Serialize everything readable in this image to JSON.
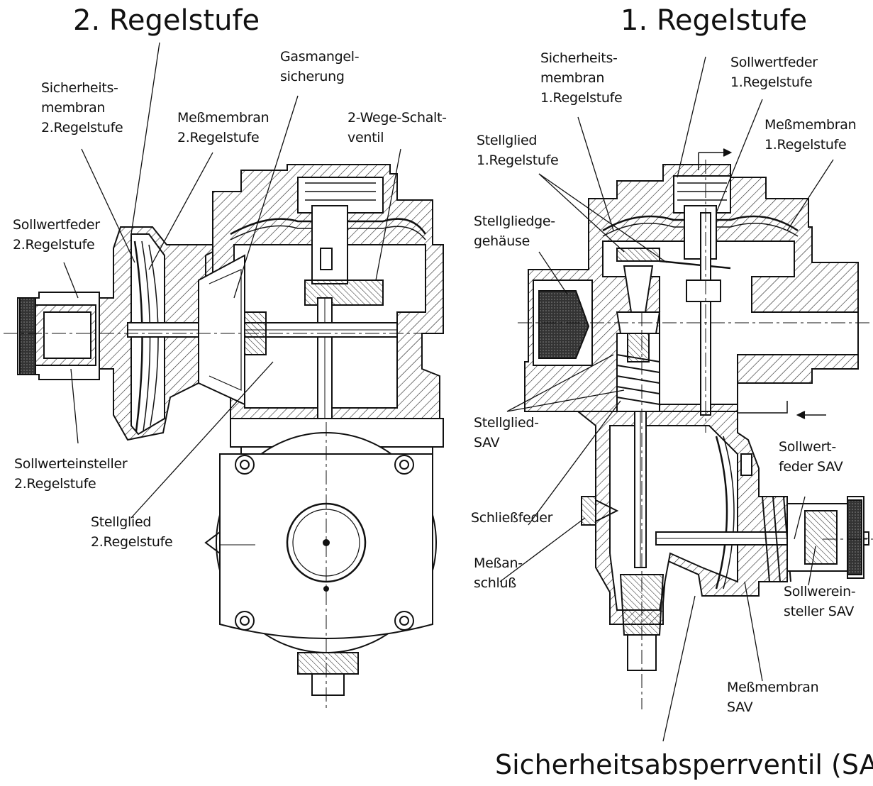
{
  "titles": {
    "stage2": "2. Regelstufe",
    "stage1": "1. Regelstufe",
    "sav": "Sicherheitsabsperrventil (SAV)"
  },
  "labels": {
    "sicherheitsmembran_2": [
      "Sicherheits-",
      "membran",
      "2.Regelstufe"
    ],
    "messmembran_2": [
      "Meßmembran",
      "2.Regelstufe"
    ],
    "gasmangel": [
      "Gasmangel-",
      "sicherung"
    ],
    "zweiwege": [
      "2-Wege-Schalt-",
      "ventil"
    ],
    "sollwertfeder_2": [
      "Sollwertfeder",
      "2.Regelstufe"
    ],
    "sollwerteinsteller_2": [
      "Sollwerteinsteller",
      "2.Regelstufe"
    ],
    "stellglied_2": [
      "Stellglied",
      "2.Regelstufe"
    ],
    "sicherheitsmembran_1": [
      "Sicherheits-",
      "membran",
      "1.Regelstufe"
    ],
    "sollwertfeder_1": [
      "Sollwertfeder",
      "1.Regelstufe"
    ],
    "stellglied_1": [
      "Stellglied",
      "1.Regelstufe"
    ],
    "messmembran_1": [
      "Meßmembran",
      "1.Regelstufe"
    ],
    "stellgliedgehaeuse": [
      "Stellgliedge-",
      "gehäuse"
    ],
    "stellglied_sav": [
      "Stellglied-",
      "SAV"
    ],
    "schliessfeder": [
      "Schließfeder"
    ],
    "messanschluss": [
      "Meßan-",
      "schluß"
    ],
    "sollwertfeder_sav": [
      "Sollwert-",
      "feder SAV"
    ],
    "sollwerteinsteller_sav": [
      "Sollwerein-",
      "steller SAV"
    ],
    "messmembran_sav": [
      "Meßmembran",
      "SAV"
    ]
  }
}
